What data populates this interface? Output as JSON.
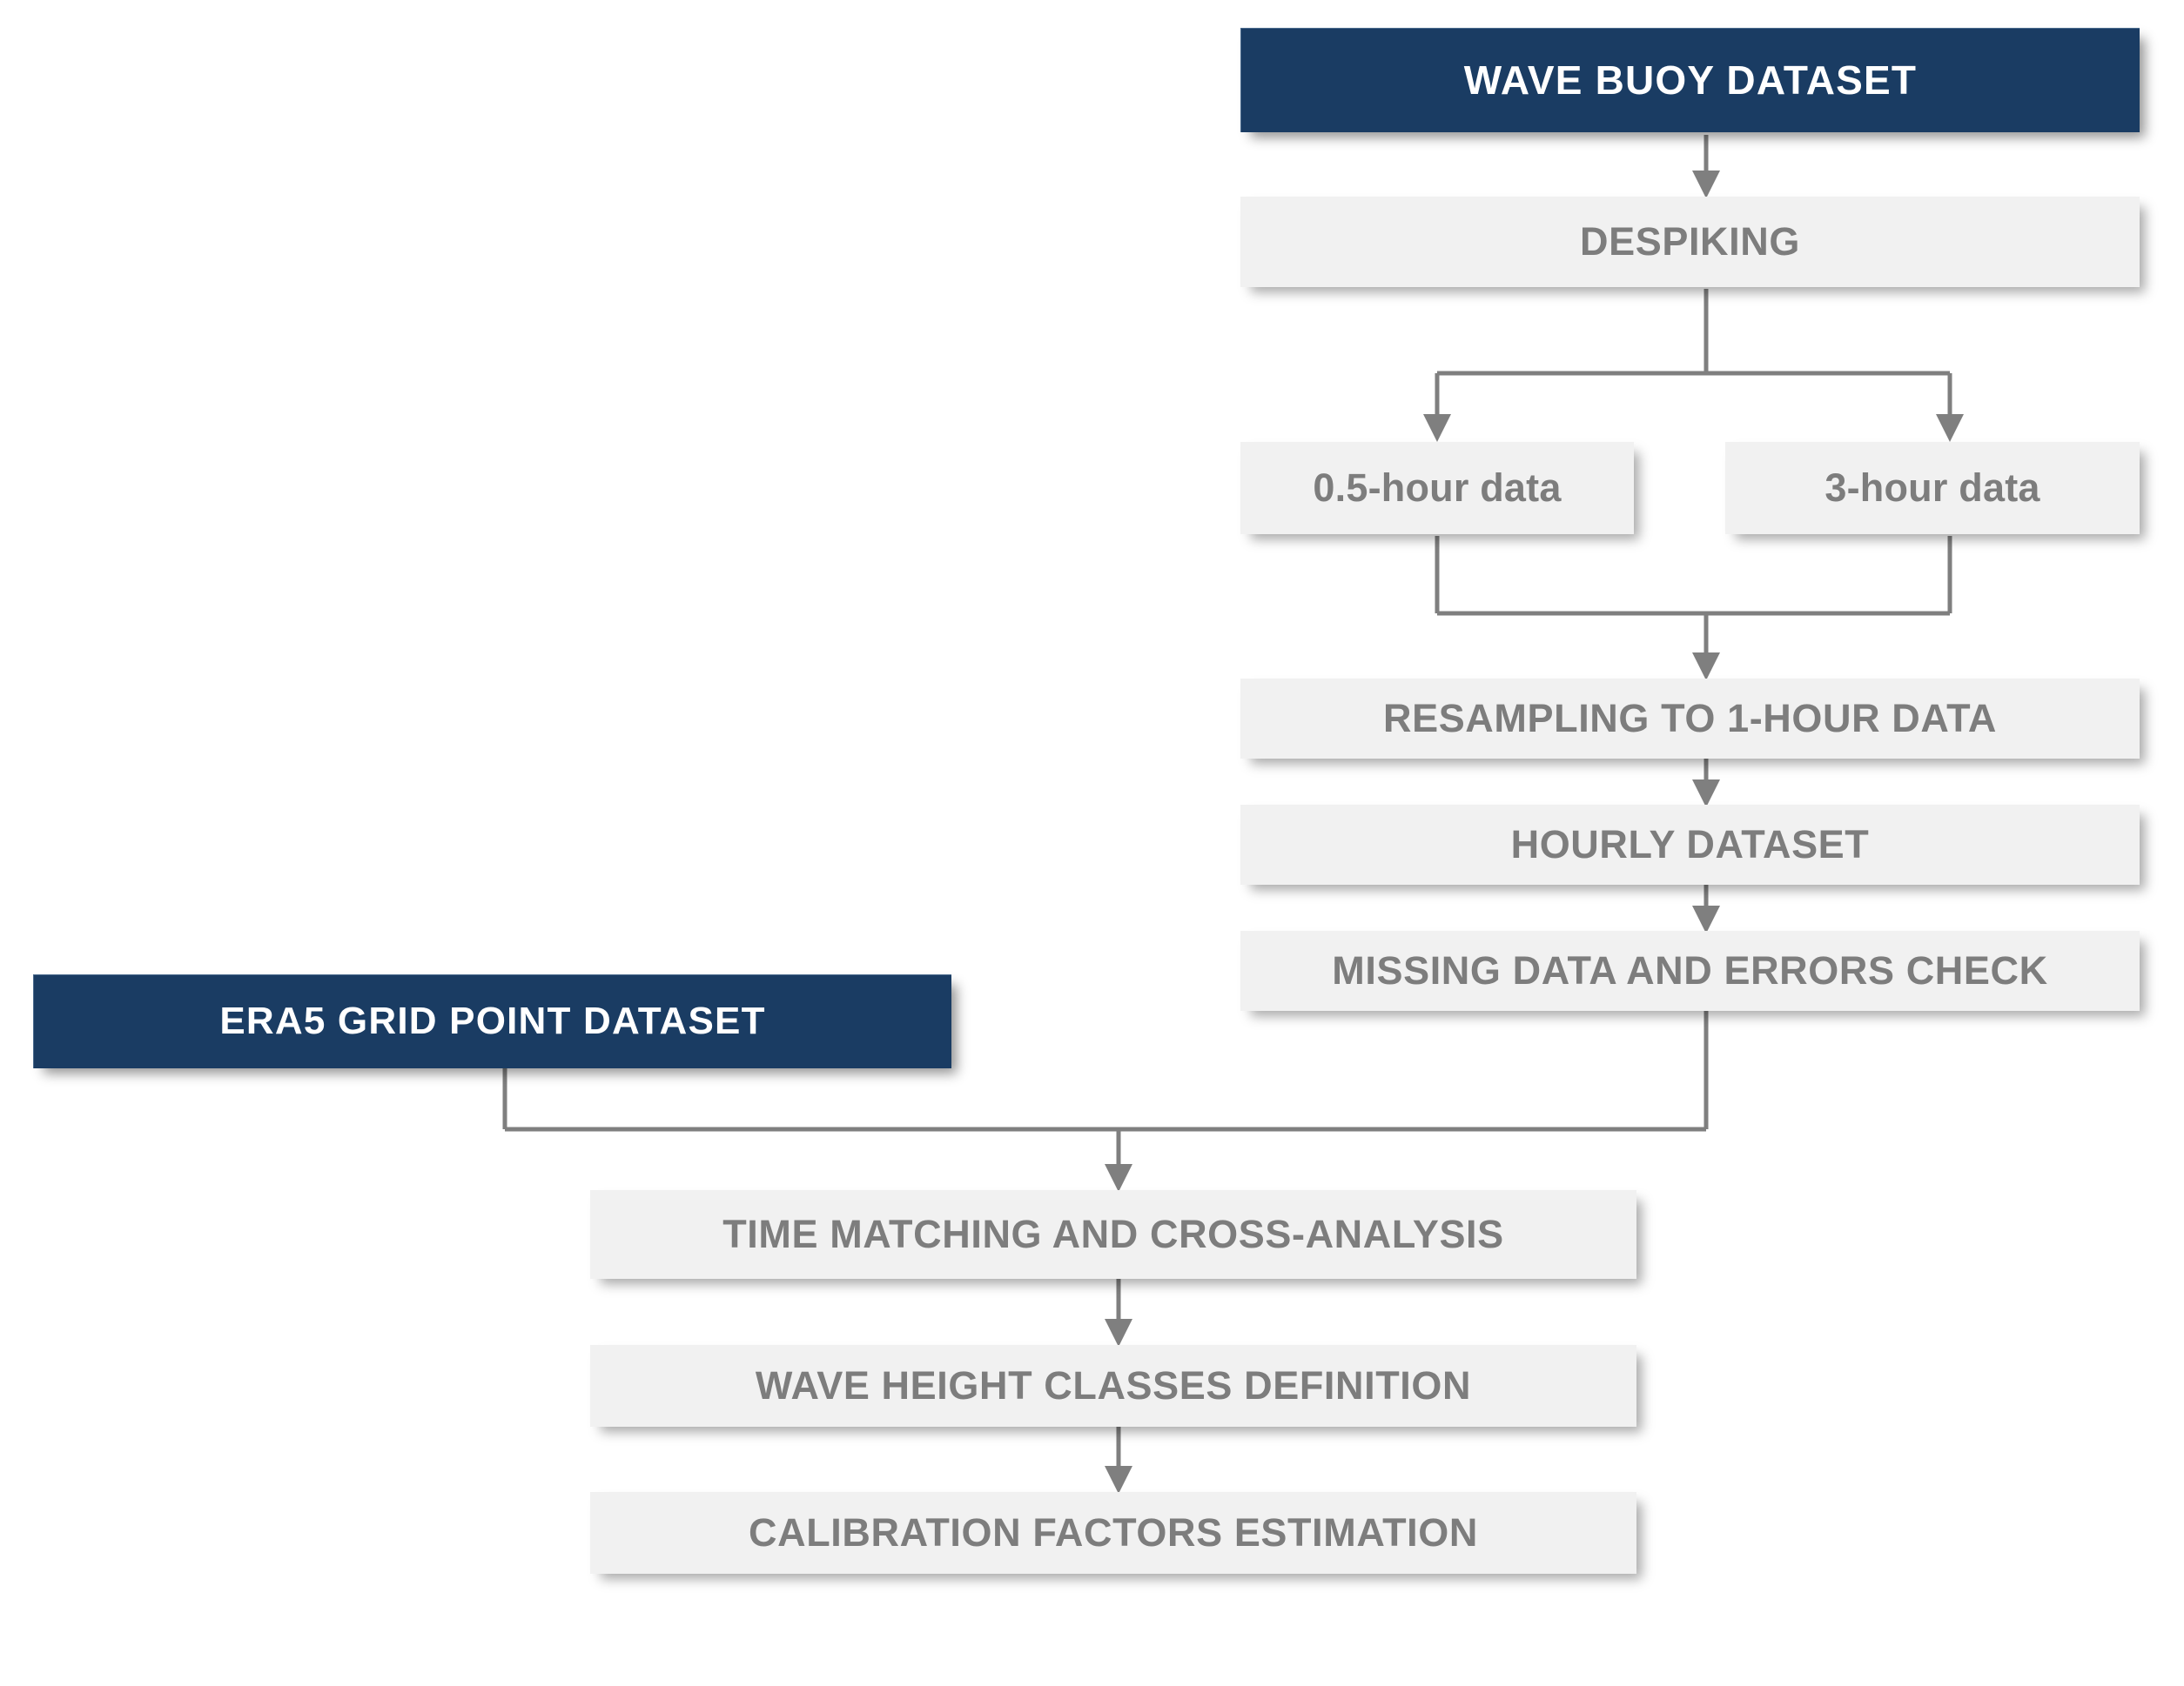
{
  "diagram": {
    "title": "Wave buoy and ERA5 data processing and calibration workflow",
    "type": "flowchart",
    "background_color": "#ffffff",
    "palette": {
      "header_fill": "#1a3c63",
      "header_text": "#ffffff",
      "step_fill": "#f1f1f1",
      "step_text": "#7d7d7d",
      "connector": "#7f7f7f"
    },
    "nodes": {
      "wave_buoy_dataset": "WAVE BUOY DATASET",
      "despiking": "DESPIKING",
      "half_hour_data": "0.5-hour data",
      "three_hour_data": "3-hour data",
      "resampling": "RESAMPLING TO 1-HOUR DATA",
      "hourly_dataset": "HOURLY DATASET",
      "missing_data_check": "MISSING DATA AND ERRORS CHECK",
      "era5_dataset": "ERA5 GRID POINT DATASET",
      "time_matching": "TIME MATCHING AND CROSS-ANALYSIS",
      "wave_height_classes": "WAVE HEIGHT CLASSES DEFINITION",
      "calibration_factors": "CALIBRATION FACTORS ESTIMATION"
    },
    "edges": [
      {
        "from": "wave_buoy_dataset",
        "to": "despiking"
      },
      {
        "from": "despiking",
        "to": "half_hour_data"
      },
      {
        "from": "despiking",
        "to": "three_hour_data"
      },
      {
        "from": "half_hour_data",
        "to": "resampling"
      },
      {
        "from": "three_hour_data",
        "to": "resampling"
      },
      {
        "from": "resampling",
        "to": "hourly_dataset"
      },
      {
        "from": "hourly_dataset",
        "to": "missing_data_check"
      },
      {
        "from": "missing_data_check",
        "to": "time_matching"
      },
      {
        "from": "era5_dataset",
        "to": "time_matching"
      },
      {
        "from": "time_matching",
        "to": "wave_height_classes"
      },
      {
        "from": "wave_height_classes",
        "to": "calibration_factors"
      }
    ]
  }
}
